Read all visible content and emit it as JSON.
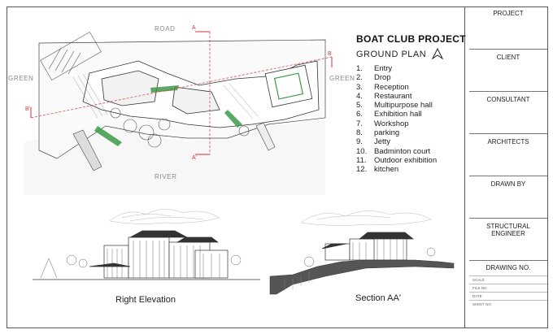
{
  "project_title": "BOAT CLUB PROJECT",
  "plan_title": "GROUND PLAN",
  "legend": [
    {
      "n": "1.",
      "label": "Entry"
    },
    {
      "n": "2.",
      "label": "Drop"
    },
    {
      "n": "3.",
      "label": "Reception"
    },
    {
      "n": "4.",
      "label": "Restaurant"
    },
    {
      "n": "5.",
      "label": "Multipurpose hall"
    },
    {
      "n": "6.",
      "label": "Exhibition hall"
    },
    {
      "n": "7.",
      "label": "Workshop"
    },
    {
      "n": "8.",
      "label": "parking"
    },
    {
      "n": "9.",
      "label": "Jetty"
    },
    {
      "n": "10.",
      "label": "Badminton court"
    },
    {
      "n": "11.",
      "label": "Outdoor exhibition"
    },
    {
      "n": "12.",
      "label": "kitchen"
    }
  ],
  "site_labels": {
    "road": "ROAD",
    "green_left": "GREEN",
    "green_right": "GREEN",
    "river": "RIVER"
  },
  "section_marks": {
    "a_top": "A",
    "a_bottom": "A'",
    "b_right": "B",
    "b_left": "B'"
  },
  "captions": {
    "elevation": "Right Elevation",
    "section": "Section AA'"
  },
  "title_block": {
    "project": "PROJECT",
    "client": "CLIENT",
    "consultant": "CONSULTANT",
    "architects": "ARCHITECTS",
    "drawn_by": "DRAWN BY",
    "structural_engineer": "STRUCTURAL ENGINEER",
    "drawing_no": "DRAWING NO.",
    "fields": [
      "SCALE",
      "FILE NO",
      "DATE",
      "SHEET NO"
    ]
  },
  "colors": {
    "accent_red": "#d33333",
    "plan_green": "#3c9a4a",
    "line": "#333333"
  }
}
